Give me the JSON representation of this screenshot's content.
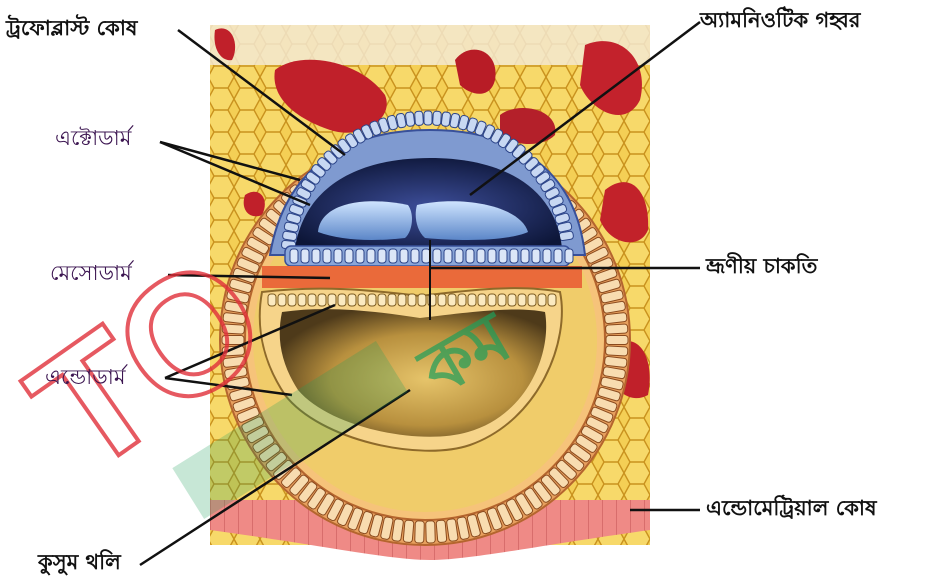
{
  "labels": {
    "trophoblast": "ট্রফোব্লাস্ট কোষ",
    "amniotic": "অ্যামনিওটিক গহ্বর",
    "ectoderm": "এক্টোডার্ম",
    "mesoderm": "মেসোডার্ম",
    "embryonic_disc": "ভ্রূণীয় চাকতি",
    "endoderm": "এন্ডোডার্ম",
    "endometrial": "এন্ডোমেট্রিয়াল কোষ",
    "yolk_sac": "কুসুম থলি"
  },
  "watermark": {
    "latin": "TO",
    "latin_color": "#e0303a",
    "bangla": "কম",
    "bangla_color": "#1e9e5a"
  },
  "colors": {
    "tissue": "#f2c94a",
    "blood": "#c0202a",
    "trophoblast": "#e8a060",
    "ectoderm": "#8aa6d8",
    "amniotic": "#111d46",
    "mesoderm": "#ea6a3a",
    "yolk": "#c9a04a",
    "endometrium": "#e87878"
  }
}
